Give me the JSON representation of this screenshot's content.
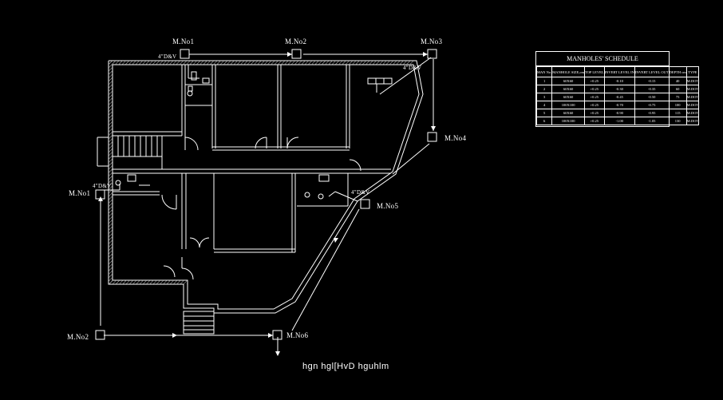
{
  "manholes": [
    {
      "id": "mh1",
      "label": "M.No1"
    },
    {
      "id": "mh2",
      "label": "M.No2"
    },
    {
      "id": "mh3",
      "label": "M.No3"
    },
    {
      "id": "mh4",
      "label": "M.No4"
    },
    {
      "id": "mh5",
      "label": "M.No5"
    },
    {
      "id": "mh6",
      "label": "M.No6"
    },
    {
      "id": "mhw1",
      "label": "M.No1"
    },
    {
      "id": "mhw2",
      "label": "M.No2"
    }
  ],
  "pipe_labels": {
    "dv_top_left": "4\"D&V",
    "dv_top_right": "4\"D&V",
    "dv_left": "4\"D&V",
    "dv_center": "4\"D&V"
  },
  "schedule": {
    "title": "MANHOLES'  SCHEDULE",
    "headers": [
      "MAN No.",
      "MANHOLE SIZE,cm",
      "TOP LEVEL",
      "INVERT LEVEL IN",
      "INVERT LEVEL OUT",
      "DEPTH cm",
      "TYPE"
    ],
    "rows": [
      [
        "1",
        "60X60",
        "+0.25",
        "-0.10",
        "-0.15",
        "40",
        "M.DOT"
      ],
      [
        "2",
        "60X60",
        "+0.25",
        "-0.30",
        "-0.35",
        "60",
        "M.DOT"
      ],
      [
        "3",
        "60X60",
        "+0.25",
        "-0.45",
        "-0.50",
        "75",
        "M.DOT"
      ],
      [
        "4",
        "100X100",
        "+0.25",
        "-0.70",
        "-0.75",
        "100",
        "M.DOT"
      ],
      [
        "5",
        "60X60",
        "+0.25",
        "-0.90",
        "-0.95",
        "115",
        "M.DOT"
      ],
      [
        "6",
        "100X100",
        "+0.25",
        "-1.00",
        "-1.05",
        "130",
        "M.DOT"
      ]
    ]
  },
  "caption": "hgn hgl[HvD hguhlm",
  "colors": {
    "background": "#000000",
    "lines": "#ffffff",
    "hatch": "#bbbbbb"
  }
}
